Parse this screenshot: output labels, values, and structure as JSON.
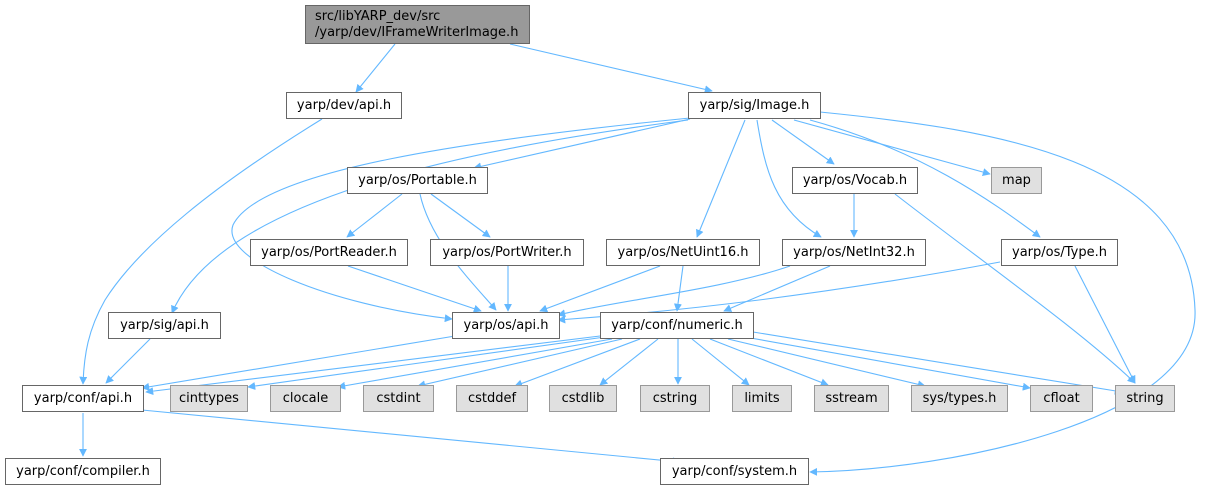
{
  "root": {
    "line1": "src/libYARP_dev/src",
    "line2": "/yarp/dev/IFrameWriterImage.h"
  },
  "nodes": {
    "dev_api": "yarp/dev/api.h",
    "sig_image": "yarp/sig/Image.h",
    "os_portable": "yarp/os/Portable.h",
    "os_vocab": "yarp/os/Vocab.h",
    "map": "map",
    "os_portreader": "yarp/os/PortReader.h",
    "os_portwriter": "yarp/os/PortWriter.h",
    "os_netuint16": "yarp/os/NetUint16.h",
    "os_netint32": "yarp/os/NetInt32.h",
    "os_type": "yarp/os/Type.h",
    "sig_api": "yarp/sig/api.h",
    "os_api": "yarp/os/api.h",
    "conf_numeric": "yarp/conf/numeric.h",
    "conf_api": "yarp/conf/api.h",
    "cinttypes": "cinttypes",
    "clocale": "clocale",
    "cstdint": "cstdint",
    "cstddef": "cstddef",
    "cstdlib": "cstdlib",
    "cstring": "cstring",
    "limits": "limits",
    "sstream": "sstream",
    "sys_types": "sys/types.h",
    "cfloat": "cfloat",
    "string": "string",
    "conf_compiler": "yarp/conf/compiler.h",
    "conf_system": "yarp/conf/system.h"
  },
  "colors": {
    "edge": "#63b8ff",
    "node_border": "#666666",
    "root_fill": "#999999",
    "external_fill": "#e0e0e0"
  }
}
